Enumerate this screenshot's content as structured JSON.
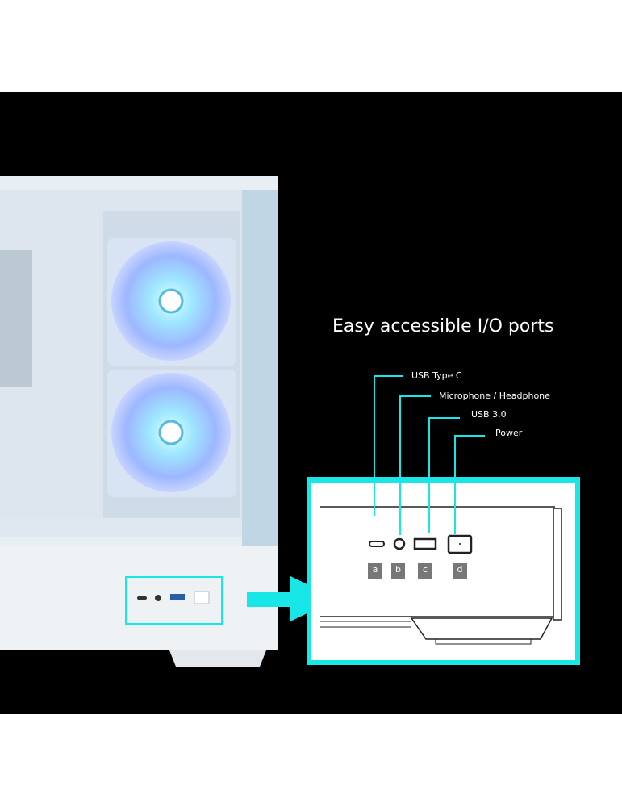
{
  "title": "Easy accessible I/O ports",
  "ports": [
    {
      "label": "USB Type C",
      "badge": "a"
    },
    {
      "label": "Microphone / Headphone",
      "badge": "b"
    },
    {
      "label": "USB 3.0",
      "badge": "c"
    },
    {
      "label": "Power",
      "badge": "d"
    }
  ],
  "colors": {
    "accent": "#19e6e6",
    "background": "#000000"
  }
}
